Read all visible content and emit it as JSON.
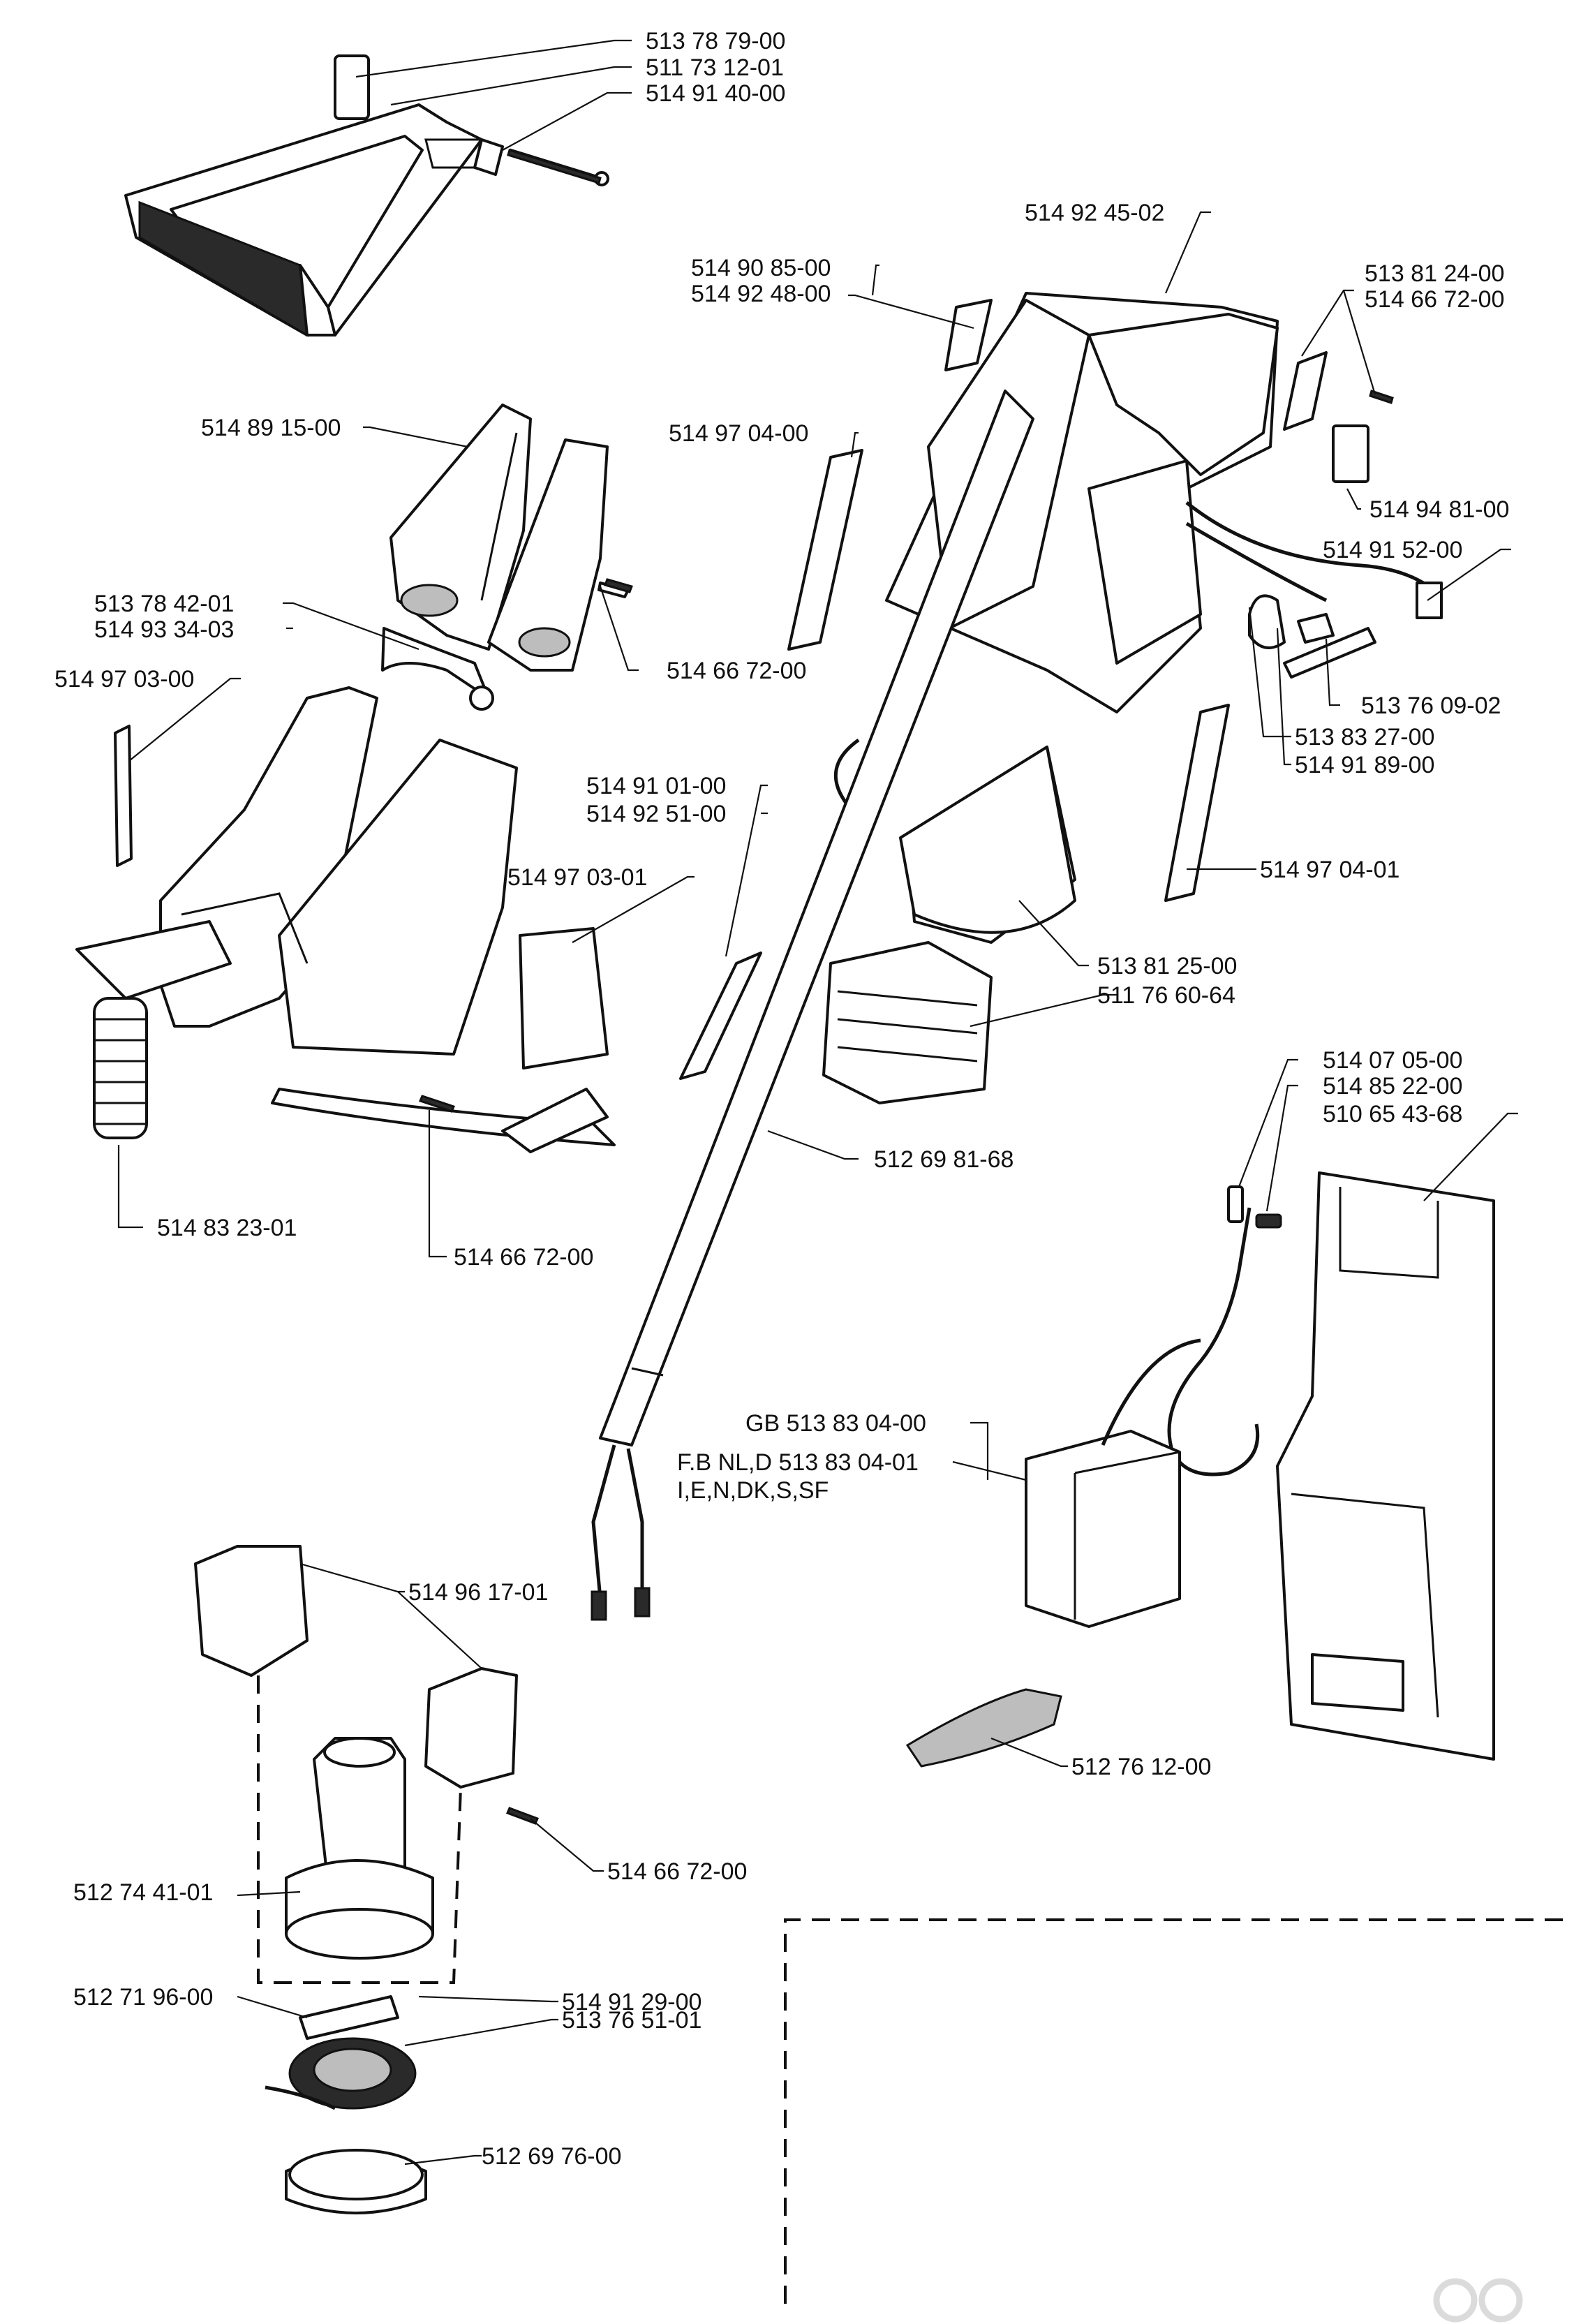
{
  "labels": {
    "l01": "513 78 79-00",
    "l02": "511 73 12-01",
    "l03": "514 91 40-00",
    "l04": "514 92 45-02",
    "l05": "514 90 85-00",
    "l06": "514 92 48-00",
    "l07": "513 81 24-00",
    "l08": "514 66 72-00",
    "l09": "514 89 15-00",
    "l10": "514 97 04-00",
    "l11": "514 94 81-00",
    "l12": "514 91 52-00",
    "l13": "513 78 42-01",
    "l14": "514 93 34-03",
    "l15": "514 66 72-00",
    "l16": "514 97 03-00",
    "l17": "513 76 09-02",
    "l18": "513 83 27-00",
    "l19": "514 91 89-00",
    "l20": "514 91 01-00",
    "l21": "514 92 51-00",
    "l22": "514 97 03-01",
    "l23": "514 97 04-01",
    "l24": "513 81 25-00",
    "l25": "511 76 60-64",
    "l26": "512 69 81-68",
    "l27": "514 83 23-01",
    "l28": "514 66 72-00",
    "l29": "514 07 05-00",
    "l30": "514 85 22-00",
    "l31": "510 65 43-68",
    "l32": "GB 513 83 04-00",
    "l33": "F.B NL,D 513 83 04-01",
    "l34": "I,E,N,DK,S,SF",
    "l35": "514 96 17-01",
    "l36": "514 66 72-00",
    "l37": "512 76 12-00",
    "l38": "512 74 41-01",
    "l39": "512 71 96-00",
    "l40": "514 91 29-00",
    "l41": "513 76 51-01",
    "l42": "512 69 76-00"
  }
}
